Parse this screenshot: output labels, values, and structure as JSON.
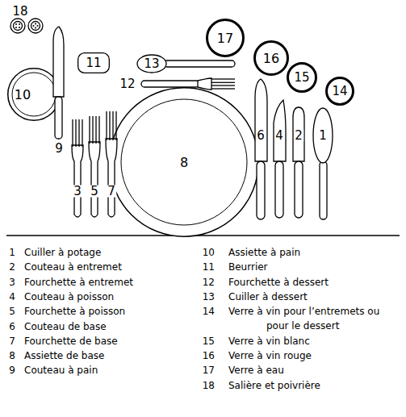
{
  "diagram": {
    "nodes": [
      {
        "text": [
          "17"
        ]
      },
      {
        "text": [
          "16"
        ]
      },
      {
        "text": [
          "15"
        ]
      },
      {
        "text": [
          "14"
        ]
      },
      {
        "text": [
          "11"
        ]
      },
      {
        "text": [
          "10"
        ]
      },
      {
        "text": [
          "8"
        ]
      }
    ],
    "labels": [
      "18",
      "13",
      "12",
      "6",
      "4",
      "2",
      "1",
      "9",
      "3",
      "5",
      "7",
      "1",
      "Cuiller à potage",
      "2",
      "Couteau à entremet",
      "3",
      "Fourchette à entremet",
      "4",
      "Couteau à poisson",
      "5",
      "Fourchette à poisson",
      "6",
      "Couteau de base",
      "7",
      "Fourchette de base",
      "8",
      "Assiette de base",
      "9",
      "Couteau à pain",
      "10",
      "Assiette à pain",
      "11",
      "Beurrier",
      "12",
      "Fourchette à dessert",
      "13",
      "Cuiller à dessert",
      "14",
      "Verre à vin pour l’entremets ou pour le dessert",
      "15",
      "Verre à vin blanc",
      "16",
      "Verre à vin rouge",
      "17",
      "Verre à eau",
      "18",
      "Salière et poivrière"
    ]
  }
}
